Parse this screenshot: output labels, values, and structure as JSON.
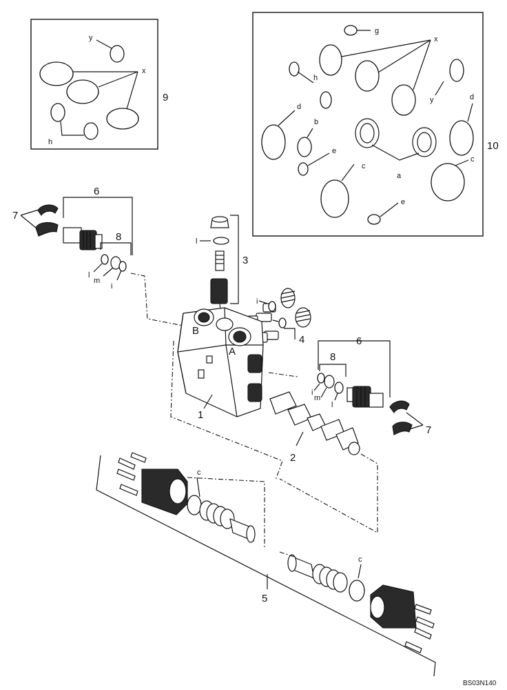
{
  "callouts": {
    "n1": "1",
    "n2": "2",
    "n3": "3",
    "n4": "4",
    "n5": "5",
    "n6_left": "6",
    "n6_right": "6",
    "n7_left": "7",
    "n7_right": "7",
    "n8_left": "8",
    "n8_right": "8",
    "n9": "9",
    "n10": "10"
  },
  "seal_letters": {
    "box9": {
      "y": "y",
      "x": "x",
      "h": "h"
    },
    "box10": {
      "g": "g",
      "x": "x",
      "h": "h",
      "d_left": "d",
      "d_right": "d",
      "y": "y",
      "b": "b",
      "e_upper": "e",
      "e_lower": "e",
      "c_left": "c",
      "c_right": "c",
      "a": "a"
    },
    "kit": {
      "l_top": "l",
      "i_small": "i",
      "l_left": "l",
      "m_left": "m",
      "i_left": "i",
      "i_right": "i",
      "m_right": "m",
      "l_right": "l",
      "c_left": "c",
      "c_right": "c"
    }
  },
  "port_letters": {
    "B": "B",
    "A": "A"
  },
  "drawing_code": "BS03N140"
}
